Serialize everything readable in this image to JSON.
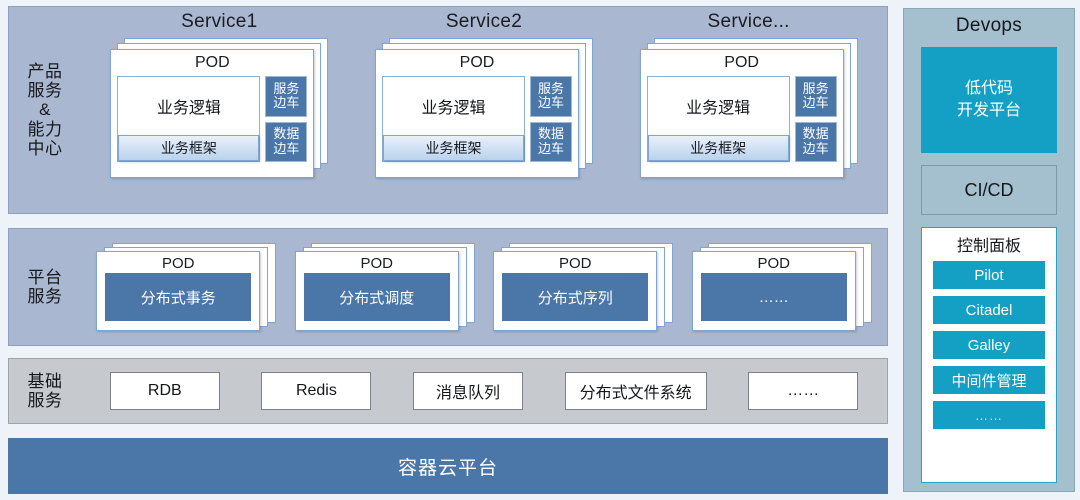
{
  "bands": {
    "products": {
      "label_lines": [
        "产品",
        "服务",
        "&",
        "能力",
        "中心"
      ],
      "services": [
        {
          "title": "Service1",
          "pod_title": "POD",
          "logic": "业务逻辑",
          "framework": "业务框架",
          "sidecars": [
            {
              "line1": "服务",
              "line2": "边车"
            },
            {
              "line1": "数据",
              "line2": "边车"
            }
          ]
        },
        {
          "title": "Service2",
          "pod_title": "POD",
          "logic": "业务逻辑",
          "framework": "业务框架",
          "sidecars": [
            {
              "line1": "服务",
              "line2": "边车"
            },
            {
              "line1": "数据",
              "line2": "边车"
            }
          ]
        },
        {
          "title": "Service...",
          "pod_title": "POD",
          "logic": "业务逻辑",
          "framework": "业务框架",
          "sidecars": [
            {
              "line1": "服务",
              "line2": "边车"
            },
            {
              "line1": "数据",
              "line2": "边车"
            }
          ]
        }
      ]
    },
    "platform": {
      "label_lines": [
        "平台",
        "服务"
      ],
      "pods": [
        {
          "pod_title": "POD",
          "body": "分布式事务"
        },
        {
          "pod_title": "POD",
          "body": "分布式调度"
        },
        {
          "pod_title": "POD",
          "body": "分布式序列"
        },
        {
          "pod_title": "POD",
          "body": "……"
        }
      ]
    },
    "basic": {
      "label_lines": [
        "基础",
        "服务"
      ],
      "items": [
        "RDB",
        "Redis",
        "消息队列",
        "分布式文件系统",
        "……"
      ]
    }
  },
  "container_bar": {
    "label": "容器云平台"
  },
  "devops": {
    "title": "Devops",
    "lowcode": {
      "line1": "低代码",
      "line2": "开发平台"
    },
    "cicd_label": "CI/CD",
    "control_panel": {
      "title": "控制面板",
      "buttons": [
        "Pilot",
        "Citadel",
        "Galley",
        "中间件管理",
        "……"
      ]
    }
  },
  "colors": {
    "band_blue": "#a9b7d1",
    "band_gray": "#c6c9ce",
    "accent_blue": "#4a76a8",
    "devops_bg": "#a4bfcd",
    "teal": "#14a0c4",
    "page_bg": "#eef3fa"
  }
}
